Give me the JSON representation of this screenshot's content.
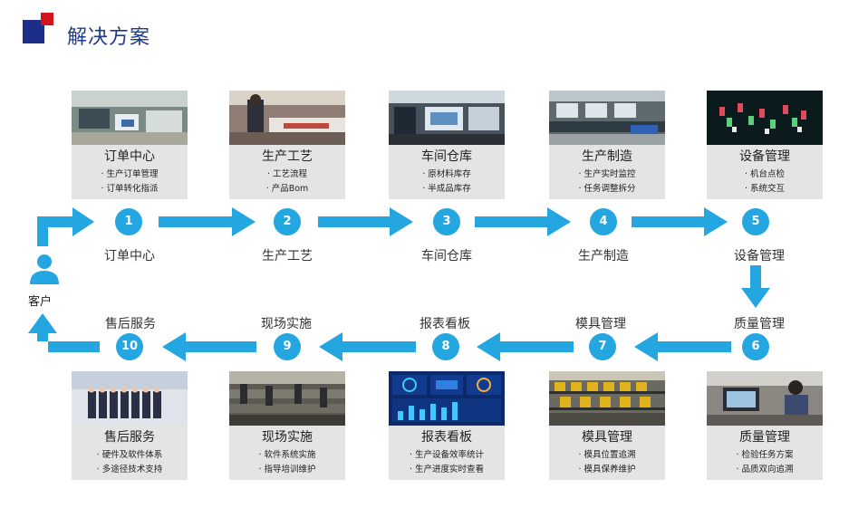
{
  "title": "解决方案",
  "customer_label": "客户",
  "colors": {
    "accent": "#24a6e0",
    "title": "#1f3b8c",
    "logo_blue": "#1c2d8a",
    "logo_red": "#d3141c",
    "card_bg": "#e4e4e4"
  },
  "steps": [
    {
      "num": "1",
      "label": "订单中心",
      "card_title": "订单中心",
      "lines": [
        "· 生产订单管理",
        "· 订单转化指派"
      ]
    },
    {
      "num": "2",
      "label": "生产工艺",
      "card_title": "生产工艺",
      "lines": [
        "· 工艺流程",
        "· 产品Bom"
      ]
    },
    {
      "num": "3",
      "label": "车间仓库",
      "card_title": "车间仓库",
      "lines": [
        "· 原材料库存",
        "· 半成品库存"
      ]
    },
    {
      "num": "4",
      "label": "生产制造",
      "card_title": "生产制造",
      "lines": [
        "· 生产实时监控",
        "· 任务调整拆分"
      ]
    },
    {
      "num": "5",
      "label": "设备管理",
      "card_title": "设备管理",
      "lines": [
        "· 机台点检",
        "· 系统交互"
      ]
    },
    {
      "num": "6",
      "label": "质量管理",
      "card_title": "质量管理",
      "lines": [
        "· 检验任务方案",
        "· 品质双向追溯"
      ]
    },
    {
      "num": "7",
      "label": "模具管理",
      "card_title": "模具管理",
      "lines": [
        "· 模具位置追溯",
        "· 模具保养维护"
      ]
    },
    {
      "num": "8",
      "label": "报表看板",
      "card_title": "报表看板",
      "lines": [
        "· 生产设备效率统计",
        "· 生产进度实时查看"
      ]
    },
    {
      "num": "9",
      "label": "现场实施",
      "card_title": "现场实施",
      "lines": [
        "· 软件系统实施",
        "· 指导培训维护"
      ]
    },
    {
      "num": "10",
      "label": "售后服务",
      "card_title": "售后服务",
      "lines": [
        "· 硬件及软件体系",
        "· 多途径技术支持"
      ]
    }
  ]
}
